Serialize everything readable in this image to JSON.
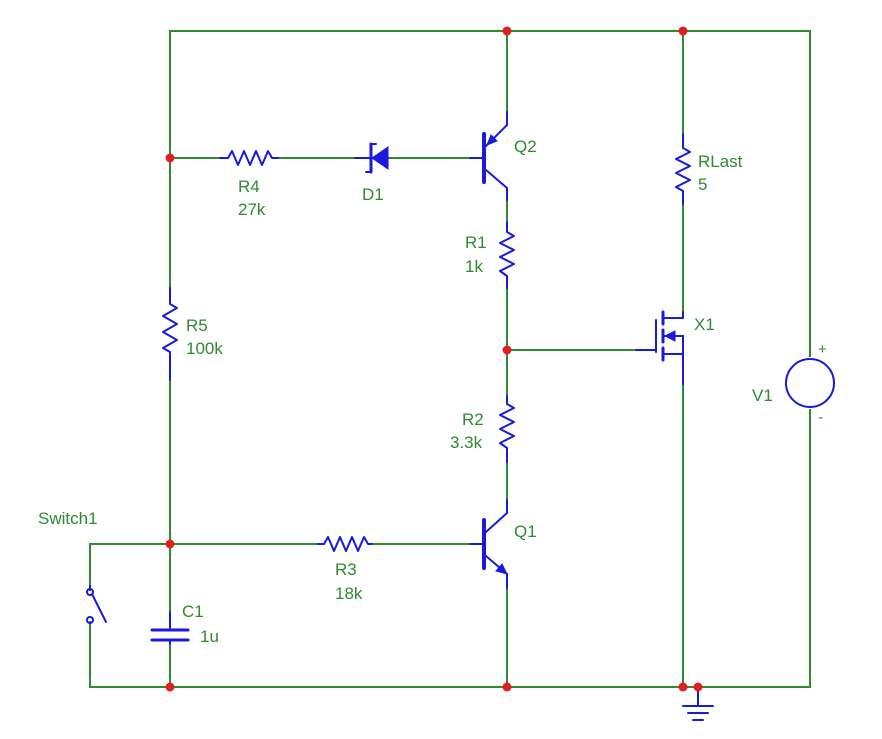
{
  "colors": {
    "wire": "#2e8b2e",
    "component": "#1a1adc",
    "node": "#e02020",
    "label": "#2e8b2e",
    "background": "#ffffff"
  },
  "components": {
    "r4": {
      "name": "R4",
      "value": "27k"
    },
    "d1": {
      "name": "D1"
    },
    "q2": {
      "name": "Q2"
    },
    "rlast": {
      "name": "RLast",
      "value": "5"
    },
    "r1": {
      "name": "R1",
      "value": "1k"
    },
    "r5": {
      "name": "R5",
      "value": "100k"
    },
    "x1": {
      "name": "X1"
    },
    "v1": {
      "name": "V1",
      "plus": "+",
      "minus": "-"
    },
    "r2": {
      "name": "R2",
      "value": "3.3k"
    },
    "q1": {
      "name": "Q1"
    },
    "switch1": {
      "name": "Switch1"
    },
    "r3": {
      "name": "R3",
      "value": "18k"
    },
    "c1": {
      "name": "C1",
      "value": "1u"
    }
  }
}
